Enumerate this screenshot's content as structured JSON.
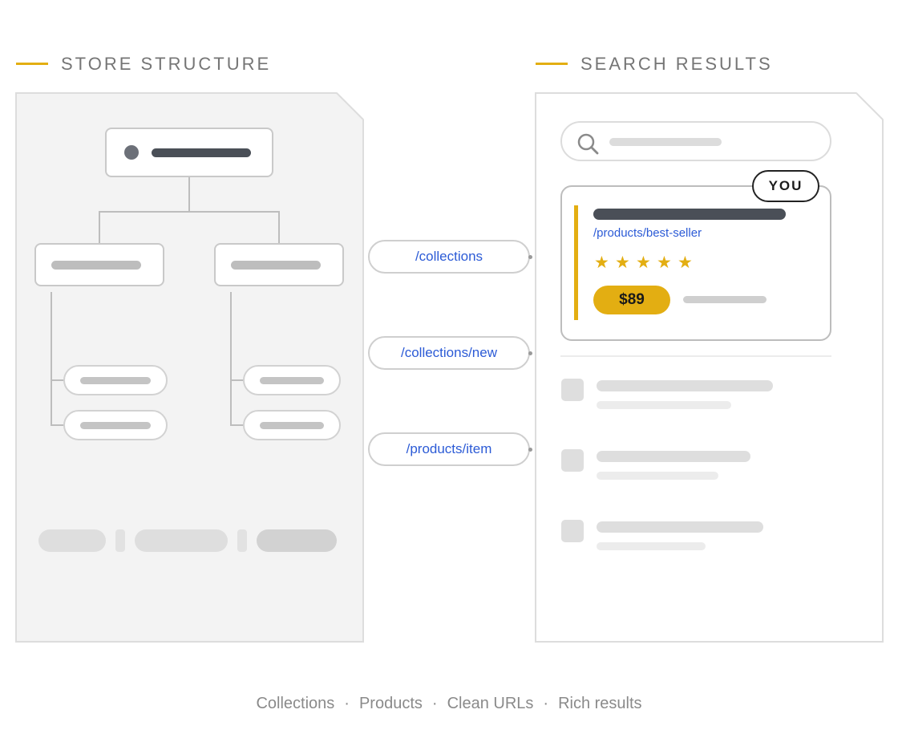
{
  "headings": {
    "store_structure": "STORE STRUCTURE",
    "search_results": "SEARCH RESULTS"
  },
  "url_pills": [
    "/collections",
    "/collections/new",
    "/products/item"
  ],
  "result": {
    "badge": "YOU",
    "url": "/products/best-seller",
    "rating_stars": 5,
    "star_glyph": "★",
    "price": "$89"
  },
  "footer": {
    "items": [
      "Collections",
      "Products",
      "Clean URLs",
      "Rich results"
    ],
    "separator": "·"
  },
  "colors": {
    "accent": "#E3AE12",
    "link": "#2C5BD6",
    "dark_bar": "#4a4f57",
    "placeholder": "#bdbdbd"
  }
}
